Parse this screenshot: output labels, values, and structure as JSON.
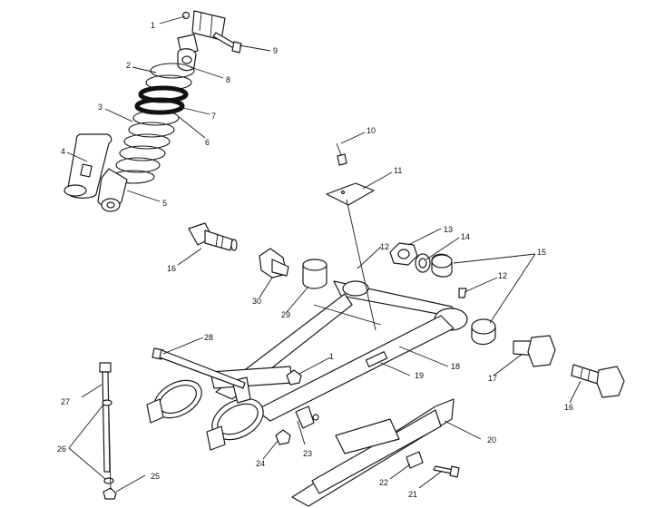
{
  "diagram": {
    "callouts": [
      {
        "id": "c1a",
        "text": "1"
      },
      {
        "id": "c9",
        "text": "9"
      },
      {
        "id": "c2",
        "text": "2"
      },
      {
        "id": "c8",
        "text": "8"
      },
      {
        "id": "c7",
        "text": "7"
      },
      {
        "id": "c3",
        "text": "3"
      },
      {
        "id": "c6",
        "text": "6"
      },
      {
        "id": "c4",
        "text": "4"
      },
      {
        "id": "c5",
        "text": "5"
      },
      {
        "id": "c10",
        "text": "10"
      },
      {
        "id": "c11",
        "text": "11"
      },
      {
        "id": "c16a",
        "text": "16"
      },
      {
        "id": "c13",
        "text": "13"
      },
      {
        "id": "c14",
        "text": "14"
      },
      {
        "id": "c12a",
        "text": "12"
      },
      {
        "id": "c15",
        "text": "15"
      },
      {
        "id": "c30",
        "text": "30"
      },
      {
        "id": "c29",
        "text": "29"
      },
      {
        "id": "c12b",
        "text": "12"
      },
      {
        "id": "c28",
        "text": "28"
      },
      {
        "id": "c1b",
        "text": "1"
      },
      {
        "id": "c18",
        "text": "18"
      },
      {
        "id": "c17",
        "text": "17"
      },
      {
        "id": "c19",
        "text": "19"
      },
      {
        "id": "c16b",
        "text": "16"
      },
      {
        "id": "c27",
        "text": "27"
      },
      {
        "id": "c26",
        "text": "26"
      },
      {
        "id": "c20",
        "text": "20"
      },
      {
        "id": "c23",
        "text": "23"
      },
      {
        "id": "c24",
        "text": "24"
      },
      {
        "id": "c25",
        "text": "25"
      },
      {
        "id": "c22",
        "text": "22"
      },
      {
        "id": "c21",
        "text": "21"
      }
    ]
  }
}
